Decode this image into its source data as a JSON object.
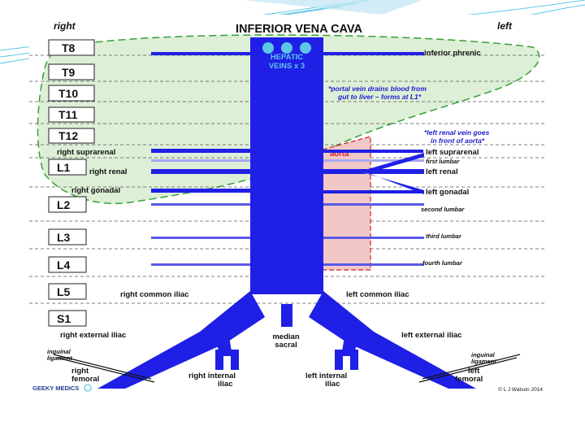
{
  "title": "INFERIOR VENA CAVA",
  "side_right": "right",
  "side_left": "left",
  "vertebrae": [
    "T8",
    "T9",
    "T10",
    "T11",
    "T12",
    "L1",
    "L2",
    "L3",
    "L4",
    "L5",
    "S1"
  ],
  "hepatic": [
    "HEPATIC",
    "VEINS x 3"
  ],
  "aorta": "aorta",
  "notes": {
    "portal_1": "*portal vein drains blood from",
    "portal_2": "gut to liver – forms at L1*",
    "renal_1": "*left renal vein goes",
    "renal_2": "in front of aorta*"
  },
  "labels": {
    "inferior_phrenic": "inferior phrenic",
    "right_suprarenal": "right suprarenal",
    "left_suprarenal": "left suprarenal",
    "first_lumbar": "first lumbar",
    "right_renal": "right renal",
    "left_renal": "left renal",
    "right_gonadal": "right gonadal",
    "left_gonadal": "left gonadal",
    "second_lumbar": "second lumbar",
    "third_lumbar": "third lumbar",
    "fourth_lumbar": "fourth lumbar",
    "right_common_iliac": "right common iliac",
    "left_common_iliac": "left common iliac",
    "right_external_iliac": "right external iliac",
    "left_external_iliac": "left external iliac",
    "median_sacral_1": "median",
    "median_sacral_2": "sacral",
    "inguinal_r_1": "inguinal",
    "inguinal_r_2": "ligament",
    "inguinal_l_1": "inguinal",
    "inguinal_l_2": "ligament",
    "right_femoral_1": "right",
    "right_femoral_2": "femoral",
    "left_femoral_1": "left",
    "left_femoral_2": "femoral",
    "right_internal_iliac_1": "right internal",
    "right_internal_iliac_2": "iliac",
    "left_internal_iliac_1": "left internal",
    "left_internal_iliac_2": "iliac"
  },
  "logo": "GEEKY MEDICS",
  "copyright": "© L J Watson 2014",
  "colors": {
    "vein": "#1f1fe6",
    "liver_fill": "#dcefd4",
    "liver_stroke": "#2e9a2e",
    "aorta_fill": "#f2c7c7",
    "aorta_stroke": "#cc2222",
    "accent": "#5cc6e6"
  }
}
